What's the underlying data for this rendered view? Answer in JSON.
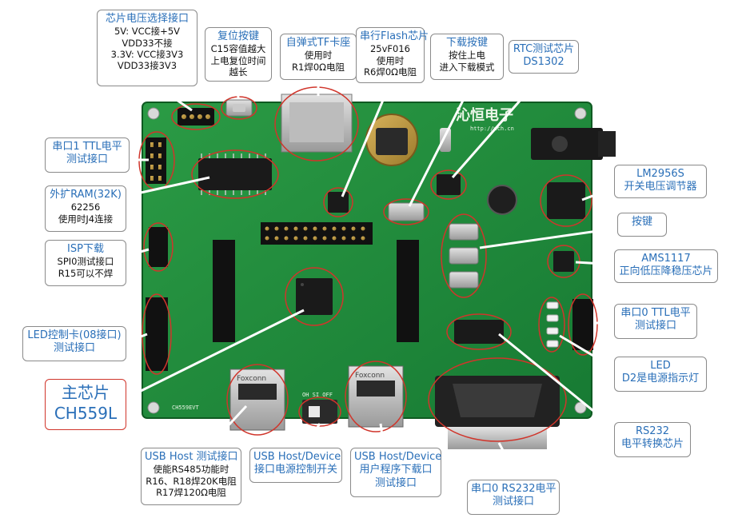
{
  "board": {
    "brand": "沁恒电子",
    "website": "http://wch.cn",
    "model": "CH559EVT",
    "usb_brand_1": "Foxconn",
    "usb_brand_2": "Foxconn",
    "switch_silk": "OH  SI  OFF"
  },
  "callouts": [
    {
      "id": "chip-voltage-select",
      "title": "芯片电压选择接口",
      "lines": [
        "5V: VCC接+5V",
        "VDD33不接",
        "3.3V: VCC接3V3",
        "VDD33接3V3"
      ]
    },
    {
      "id": "reset-button",
      "title": "复位按键",
      "lines": [
        "C15容值越大",
        "上电复位时间",
        "越长"
      ]
    },
    {
      "id": "tf-card-socket",
      "title": "自弹式TF卡座",
      "lines": [
        "使用时",
        "R1焊0Ω电阻"
      ]
    },
    {
      "id": "serial-flash",
      "title": "串行Flash芯片",
      "lines": [
        "25vF016",
        "使用时",
        "R6焊0Ω电阻"
      ]
    },
    {
      "id": "download-button",
      "title": "下载按键",
      "lines": [
        "按住上电",
        "进入下载模式"
      ]
    },
    {
      "id": "rtc-chip",
      "title": "RTC测试芯片",
      "lines": [
        "DS1302"
      ]
    },
    {
      "id": "uart1-ttl",
      "title": "串口1 TTL电平",
      "lines": [
        "测试接口"
      ]
    },
    {
      "id": "external-ram",
      "title": "外扩RAM(32K)",
      "lines": [
        "62256",
        "使用时J4连接"
      ]
    },
    {
      "id": "isp-download",
      "title": "ISP下载",
      "lines": [
        "SPI0测试接口",
        "R15可以不焊"
      ]
    },
    {
      "id": "led-card-test",
      "title": "LED控制卡(08接口)",
      "lines": [
        "测试接口"
      ]
    },
    {
      "id": "main-chip",
      "title": "主芯片",
      "lines": [
        "CH559L"
      ]
    },
    {
      "id": "lm2956s",
      "title": "LM2956S",
      "lines": [
        "开关电压调节器"
      ]
    },
    {
      "id": "keys",
      "title": "按键",
      "lines": []
    },
    {
      "id": "ams1117",
      "title": "AMS1117",
      "lines": [
        "正向低压降稳压芯片"
      ]
    },
    {
      "id": "uart0-ttl",
      "title": "串口0 TTL电平",
      "lines": [
        "测试接口"
      ]
    },
    {
      "id": "led",
      "title": "LED",
      "lines": [
        "D2是电源指示灯"
      ]
    },
    {
      "id": "rs232",
      "title": "RS232",
      "lines": [
        "电平转换芯片"
      ]
    },
    {
      "id": "usb-host-test",
      "title": "USB Host 测试接口",
      "lines": [
        "使能RS485功能时",
        "R16、R18焊20K电阻",
        "R17焊120Ω电阻"
      ]
    },
    {
      "id": "usb-power-switch",
      "title": "USB Host/Device",
      "lines": [
        "接口电源控制开关"
      ]
    },
    {
      "id": "usb-host-device",
      "title": "USB Host/Device",
      "lines": [
        "用户程序下载口",
        "测试接口"
      ]
    },
    {
      "id": "uart0-rs232",
      "title": "串口0 RS232电平",
      "lines": [
        "测试接口"
      ]
    }
  ],
  "colors": {
    "pcb": "#1e8a3a",
    "pcb_dark": "#146b2b",
    "callout_title": "#2a6fb8",
    "ring": "#d0352b",
    "line": "#ffffff"
  }
}
